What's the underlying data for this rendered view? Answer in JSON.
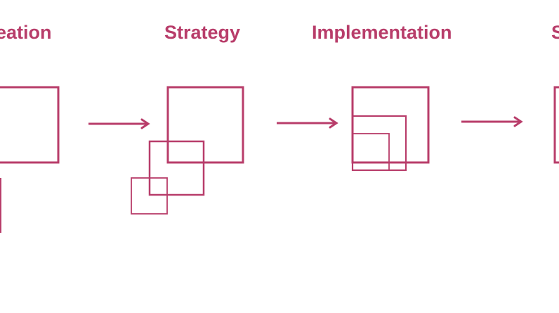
{
  "theme": {
    "accent": "#b83d6a"
  },
  "stages": [
    {
      "label": "eation"
    },
    {
      "label": "Strategy"
    },
    {
      "label": "Implementation"
    },
    {
      "label": "S"
    }
  ]
}
